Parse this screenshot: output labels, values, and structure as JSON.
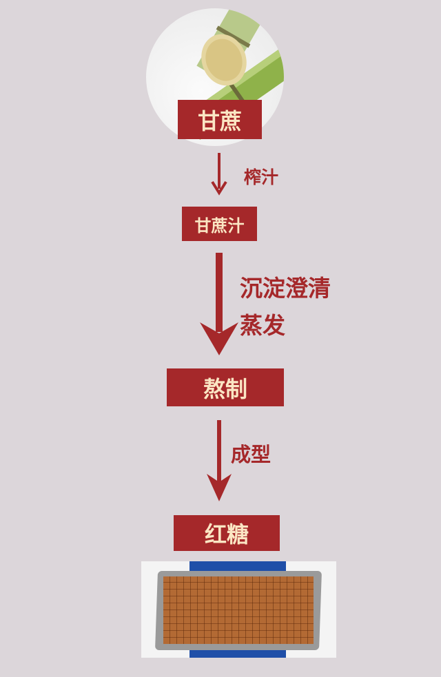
{
  "steps": [
    {
      "label": "甘蔗"
    },
    {
      "label": "甘蔗汁"
    },
    {
      "label": "熬制"
    },
    {
      "label": "红糖"
    }
  ],
  "processes": [
    {
      "label": "榨汁"
    },
    {
      "label_line1": "沉淀澄清",
      "label_line2": "蒸发"
    },
    {
      "label": "成型"
    }
  ],
  "colors": {
    "accent": "#a5282a",
    "box_text": "#fbe6c4",
    "background": "#dcd6da"
  }
}
